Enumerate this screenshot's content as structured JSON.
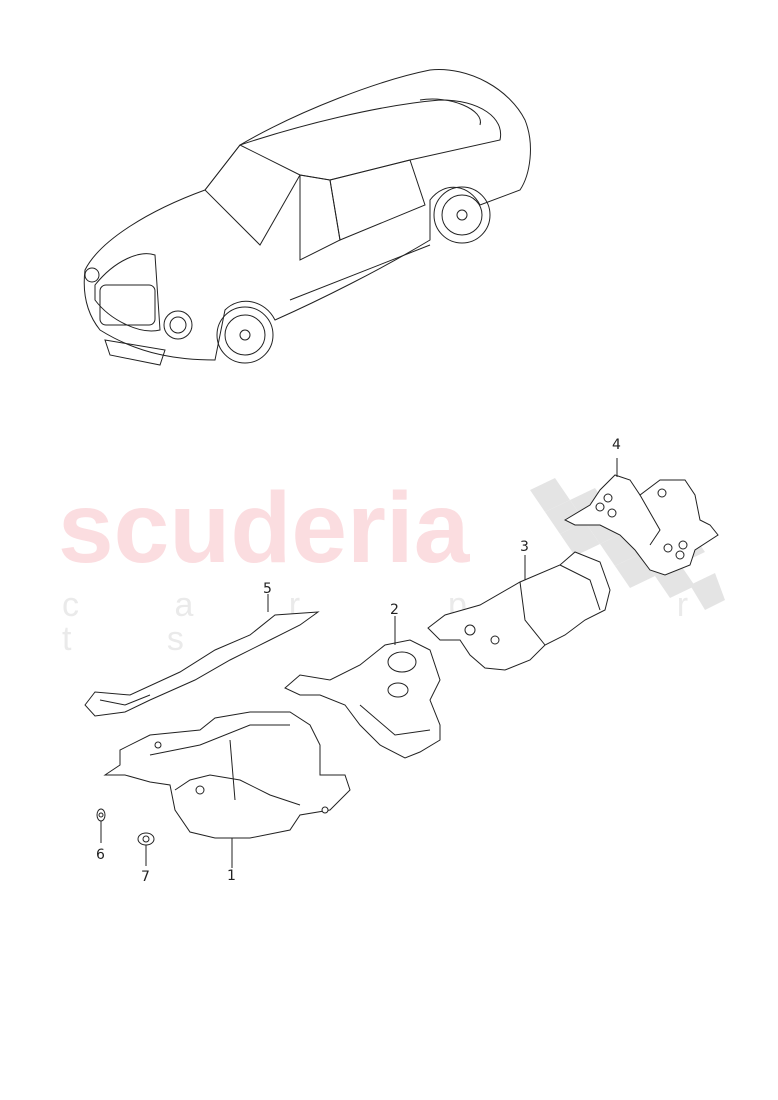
{
  "watermark": {
    "brand": "scuderia",
    "tagline": "c a r  p a r t s",
    "brand_color": "#fbdde0",
    "tagline_color": "#eaeaea"
  },
  "illustration": {
    "vehicle": "sedan-overview-drawing",
    "callouts": [
      {
        "id": "1",
        "label": "1"
      },
      {
        "id": "2",
        "label": "2"
      },
      {
        "id": "3",
        "label": "3"
      },
      {
        "id": "4",
        "label": "4"
      },
      {
        "id": "5",
        "label": "5"
      },
      {
        "id": "6",
        "label": "6"
      },
      {
        "id": "7",
        "label": "7"
      }
    ]
  }
}
